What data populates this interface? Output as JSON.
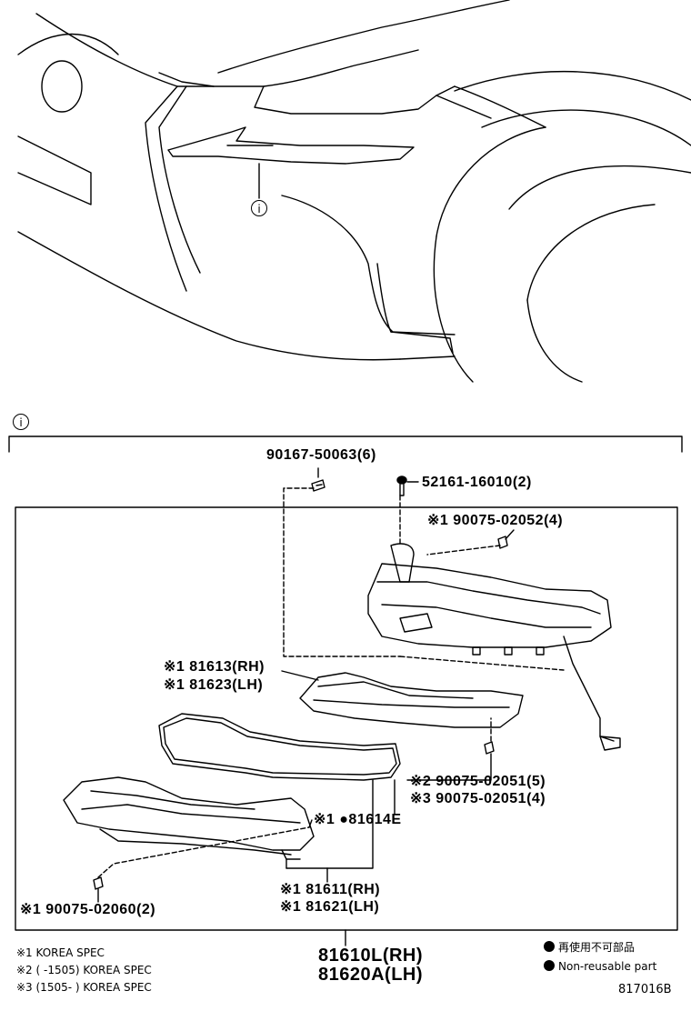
{
  "callouts": {
    "top": "i",
    "section": "i"
  },
  "parts": {
    "screw_top": "90167-50063(6)",
    "clip": "52161-16010(2)",
    "screw_right": "※1 90075-02052(4)",
    "cover_rh": "※1 81613(RH)",
    "cover_lh": "※1 81623(LH)",
    "screw_mid_1": "※2 90075-02051(5)",
    "screw_mid_2": "※3 90075-02051(4)",
    "gasket": "※1 ●81614E",
    "housing_rh": "※1 81611(RH)",
    "housing_lh": "※1 81621(LH)",
    "screw_bottom": "※1 90075-02060(2)",
    "assy_rh": "81610L(RH)",
    "assy_lh": "81620A(LH)"
  },
  "notes": {
    "n1": "※1  KOREA SPEC",
    "n2": "※2 (        -1505) KOREA SPEC",
    "n3": "※3 (1505-        ) KOREA SPEC"
  },
  "legend": {
    "jp": "再使用不可部品",
    "en": "Non-reusable part"
  },
  "diagram_id": "817016B"
}
